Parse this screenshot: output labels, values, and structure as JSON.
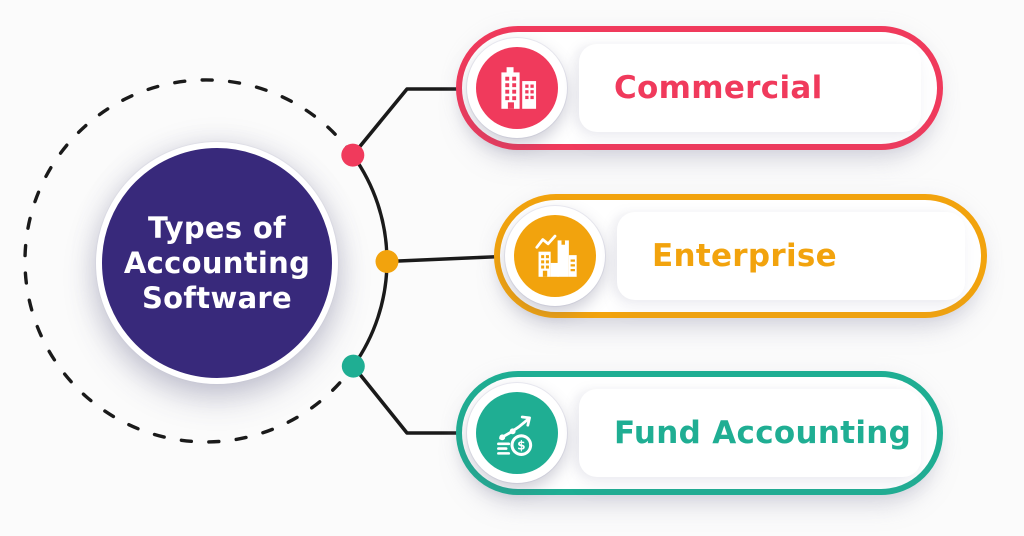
{
  "title": {
    "full": "Types of Accounting Software",
    "line1": "Types of",
    "line2": "Accounting",
    "line3": "Software"
  },
  "colors": {
    "hub_fill": "#38297b",
    "hub_text": "#ffffff",
    "background": "#fbfbfb",
    "connector_line": "#1a1a1a",
    "commercial_accent": "#f03a5c",
    "enterprise_accent": "#f2a30d",
    "fund_accent": "#1fae93"
  },
  "branches": [
    {
      "label": "Commercial",
      "accent": "#f03a5c",
      "icon": "office-buildings-icon"
    },
    {
      "label": "Enterprise",
      "accent": "#f2a30d",
      "icon": "city-growth-icon"
    },
    {
      "label": "Fund Accounting",
      "accent": "#1fae93",
      "icon": "coin-growth-chart-icon",
      "coin_glyph": "$"
    }
  ]
}
